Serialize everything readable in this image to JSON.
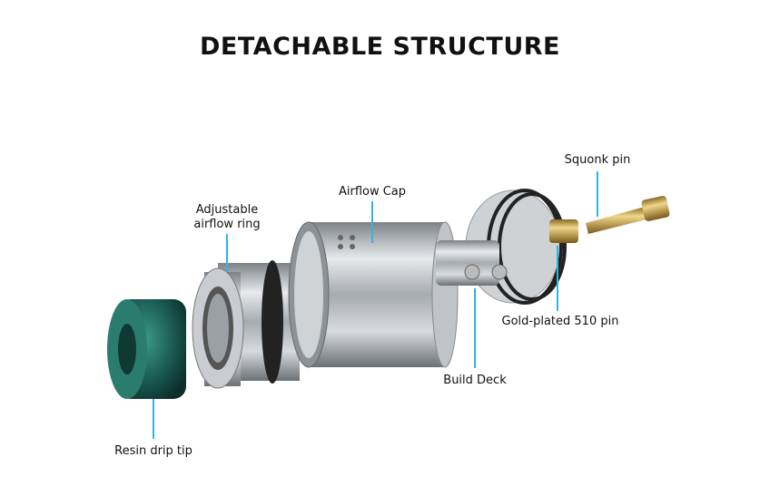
{
  "title": "DETACHABLE STRUCTURE",
  "labels": {
    "airflow_ring_1": "Adjustable",
    "airflow_ring_2": "airflow ring",
    "airflow_cap": "Airflow Cap",
    "squonk_pin": "Squonk pin",
    "gold_pin": "Gold-plated 510 pin",
    "build_deck": "Build Deck",
    "drip_tip": "Resin drip tip"
  },
  "colors": {
    "leader_line": "#2fb4e6",
    "metal": "#b8bcc0",
    "gold": "#c9a64a",
    "resin": "#1f6b5e"
  }
}
